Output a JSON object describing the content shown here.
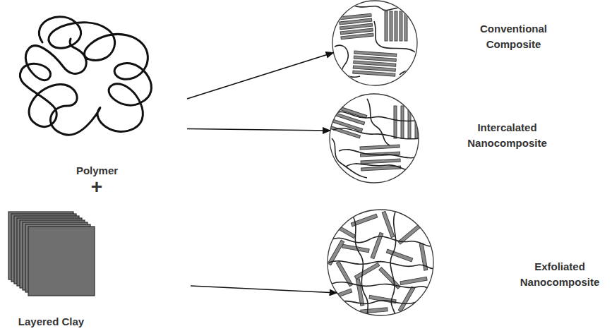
{
  "diagram": {
    "nodes": [
      {
        "text": [
          "Polymer"
        ]
      },
      {
        "text": [
          "Layered Clay"
        ]
      },
      {
        "text": [
          "Conventional Composite"
        ]
      },
      {
        "text": [
          "Intercalated Nanocomposite"
        ]
      },
      {
        "text": [
          "Exfoliated Nanocomposite"
        ]
      }
    ],
    "edges": [
      {
        "from": 0,
        "to": 2,
        "arrow": "to"
      },
      {
        "from": 0,
        "to": 3,
        "arrow": "to"
      },
      {
        "from": 1,
        "to": 4,
        "arrow": "to"
      }
    ],
    "labels": [
      "+"
    ]
  }
}
